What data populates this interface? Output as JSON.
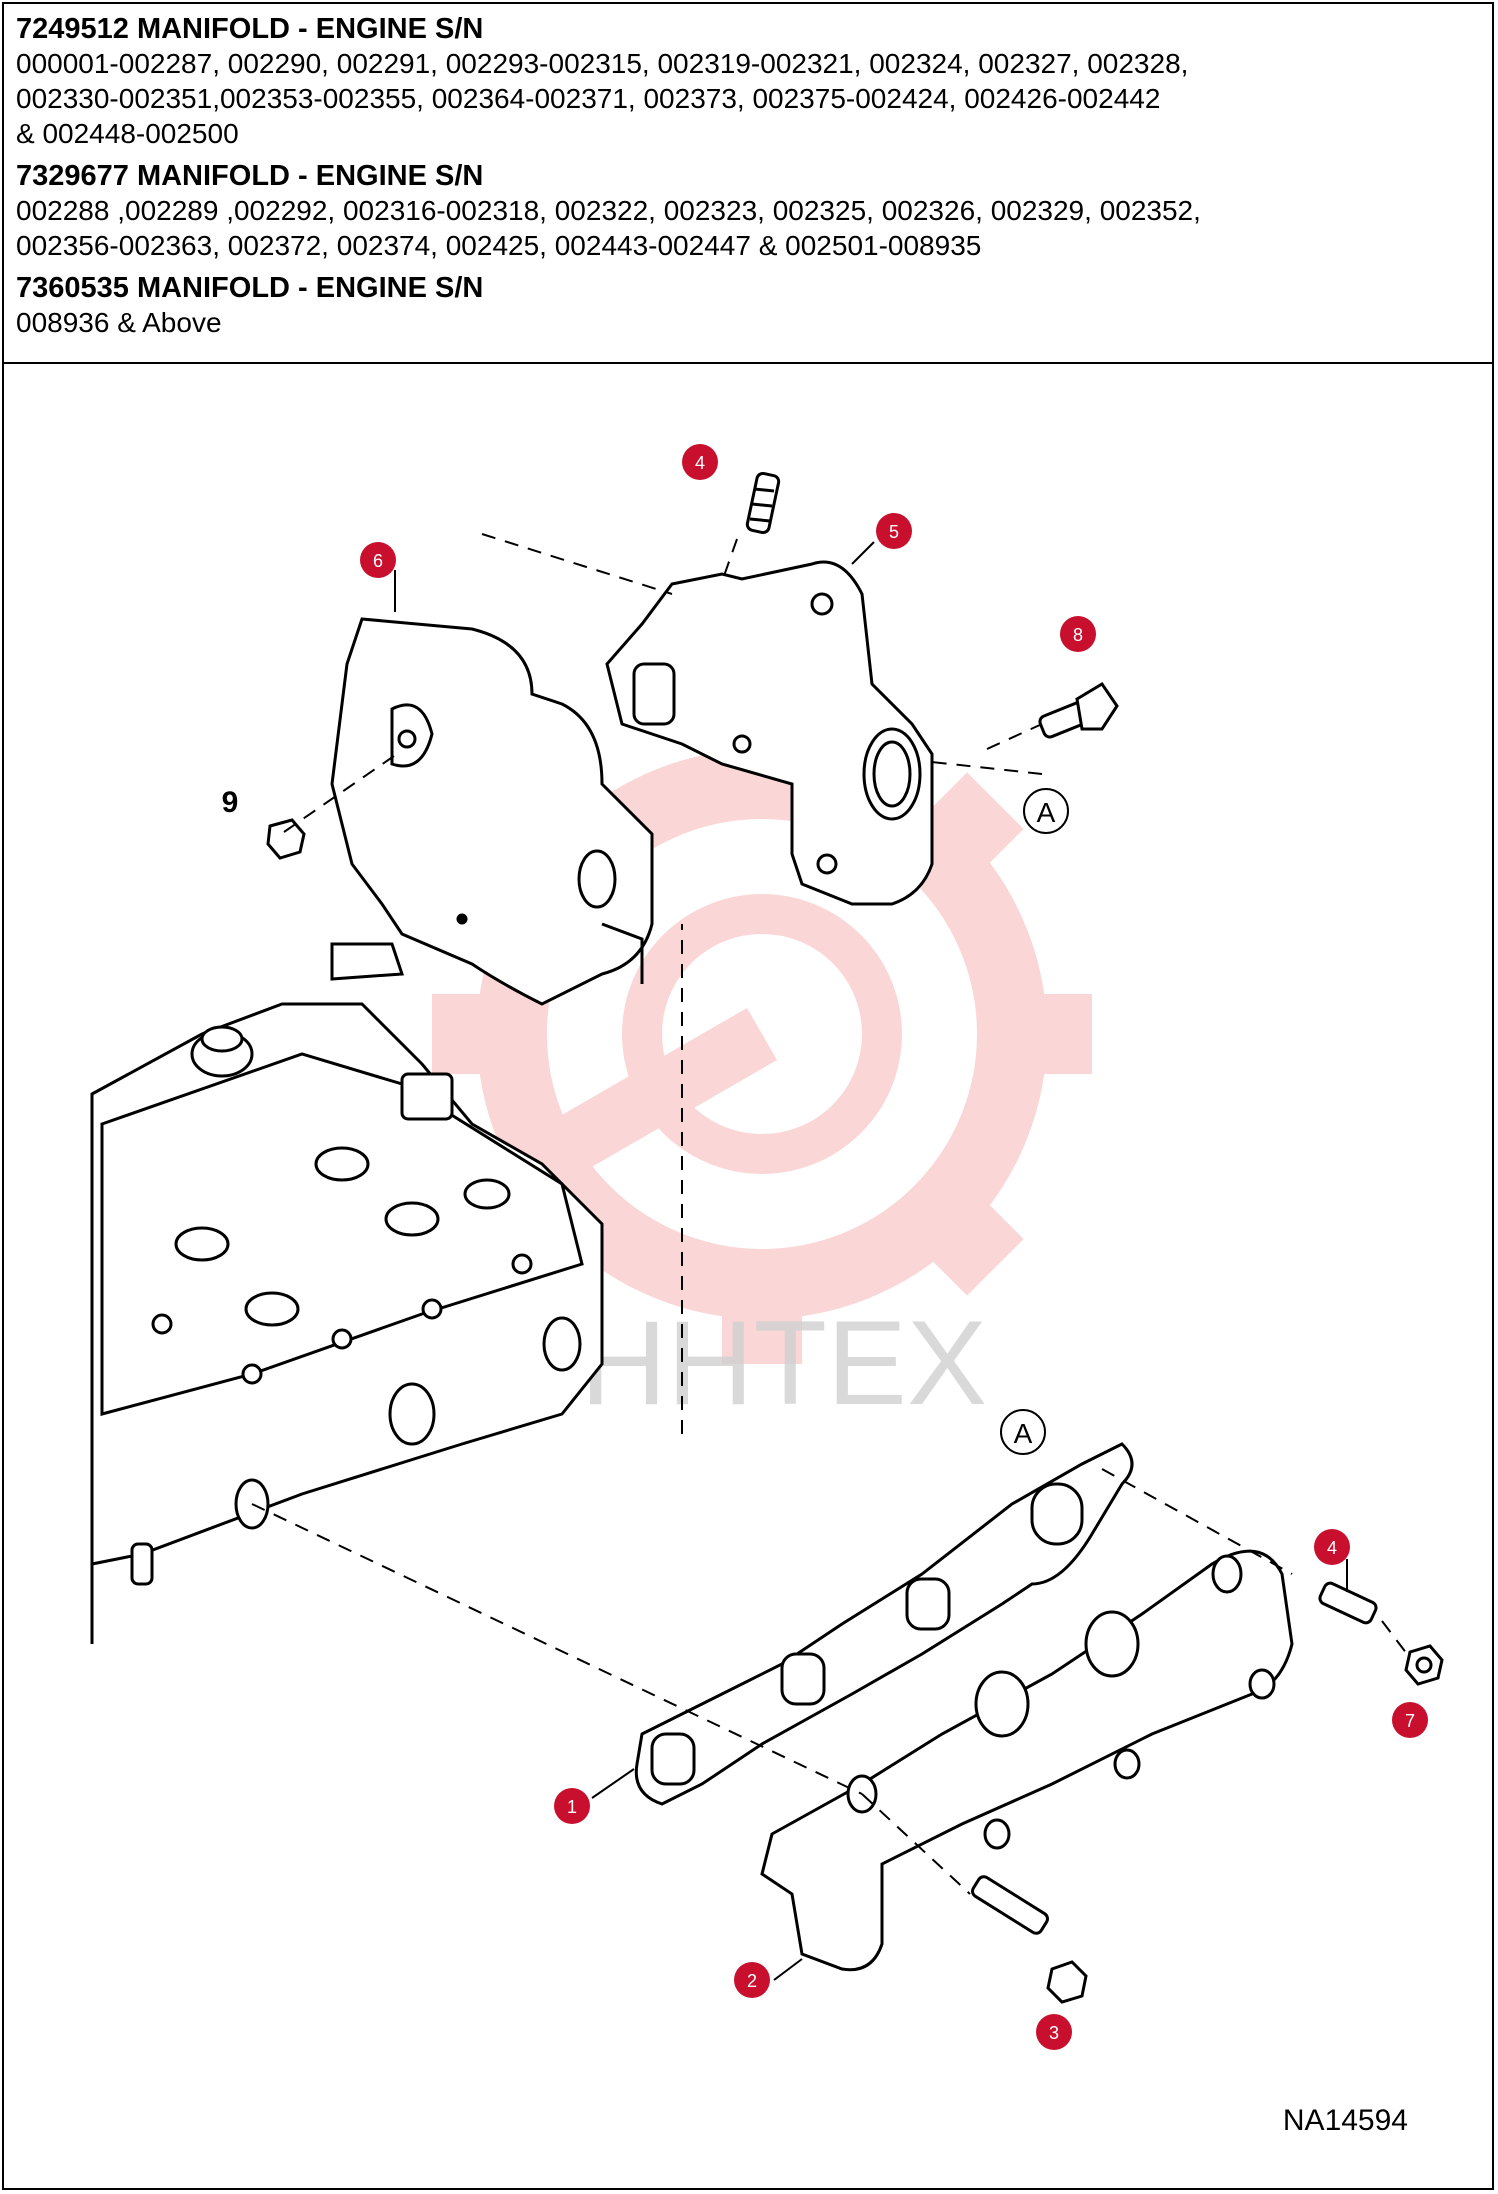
{
  "header": {
    "sections": [
      {
        "title": "7249512 MANIFOLD - ENGINE S/N",
        "serials": "000001-002287, 002290, 002291, 002293-002315, 002319-002321, 002324, 002327, 002328,\n002330-002351,002353-002355, 002364-002371, 002373, 002375-002424, 002426-002442\n& 002448-002500"
      },
      {
        "title": "7329677 MANIFOLD - ENGINE S/N",
        "serials": "002288 ,002289 ,002292, 002316-002318, 002322, 002323, 002325, 002326, 002329, 002352,\n002356-002363, 002372, 002374, 002425, 002443-002447 & 002501-008935"
      },
      {
        "title": "7360535 MANIFOLD - ENGINE S/N",
        "serials": "008936 & Above"
      }
    ]
  },
  "diagram": {
    "callouts": [
      {
        "label": "1",
        "badge_color": "#c8102e"
      },
      {
        "label": "2",
        "badge_color": "#c8102e"
      },
      {
        "label": "3",
        "badge_color": "#c8102e"
      },
      {
        "label": "4",
        "badge_color": "#c8102e"
      },
      {
        "label": "4",
        "badge_color": "#c8102e"
      },
      {
        "label": "5",
        "badge_color": "#c8102e"
      },
      {
        "label": "6",
        "badge_color": "#c8102e"
      },
      {
        "label": "7",
        "badge_color": "#c8102e"
      },
      {
        "label": "8",
        "badge_color": "#c8102e"
      },
      {
        "label": "9",
        "badge_color": ""
      }
    ],
    "reference_points": [
      "A",
      "A"
    ],
    "watermark_text": "IHHTEX",
    "drawing_code": "NA14594"
  }
}
